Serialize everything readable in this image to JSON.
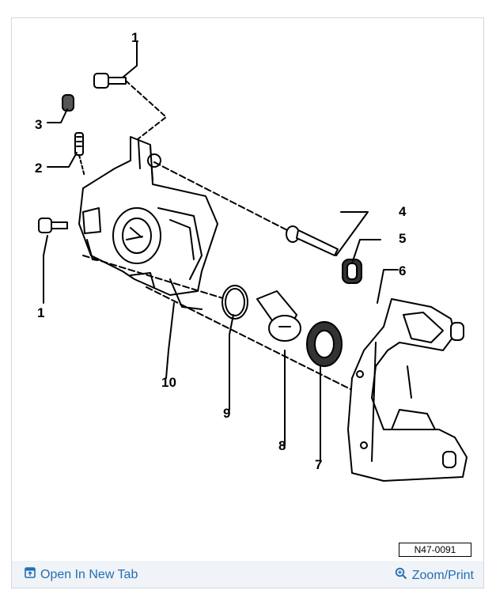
{
  "diagram": {
    "callouts": [
      "1",
      "1",
      "2",
      "3",
      "4",
      "5",
      "6",
      "7",
      "8",
      "9",
      "10"
    ],
    "reference_code": "N47-0091"
  },
  "footer": {
    "open_in_new_tab_label": "Open In New Tab",
    "zoom_print_label": "Zoom/Print",
    "link_color": "#1f6fb5"
  },
  "icons": {
    "open_tab": "open-in-new-tab-icon",
    "zoom": "magnifier-zoom-icon"
  }
}
